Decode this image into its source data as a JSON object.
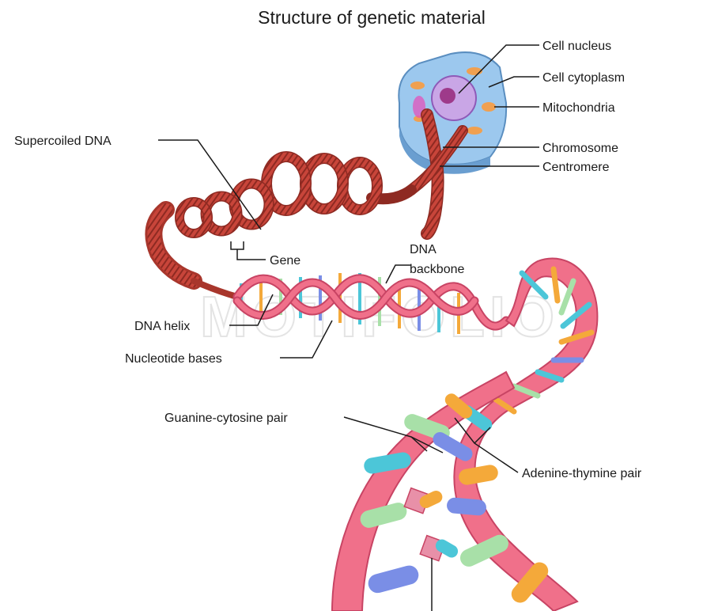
{
  "diagram": {
    "title": "Structure of genetic material",
    "watermark": "MOTIFOLIO",
    "labels": {
      "cell_nucleus": "Cell nucleus",
      "cell_cytoplasm": "Cell cytoplasm",
      "mitochondria": "Mitochondria",
      "chromosome": "Chromosome",
      "centromere": "Centromere",
      "supercoiled_dna": "Supercoiled DNA",
      "gene": "Gene",
      "dna_backbone_line1": "DNA",
      "dna_backbone_line2": "backbone",
      "dna_helix": "DNA helix",
      "nucleotide_bases": "Nucleotide bases",
      "guanine_cytosine_pair": "Guanine-cytosine pair",
      "adenine_thymine_pair": "Adenine-thymine pair"
    },
    "colors": {
      "chromatin": "#c8453a",
      "chromatin_dark": "#8e2a22",
      "backbone": "#f0708a",
      "backbone_dark": "#c84464",
      "cell_body": "#9cc8ee",
      "nucleus": "#c9a6e6",
      "nucleolus": "#9e3a8a",
      "mitochondria": "#f0a050",
      "base_cyan": "#4cc6d8",
      "base_orange": "#f4a93a",
      "base_green": "#a8e0a8",
      "base_blue": "#7a8ee6",
      "base_pink": "#e890a8"
    }
  }
}
